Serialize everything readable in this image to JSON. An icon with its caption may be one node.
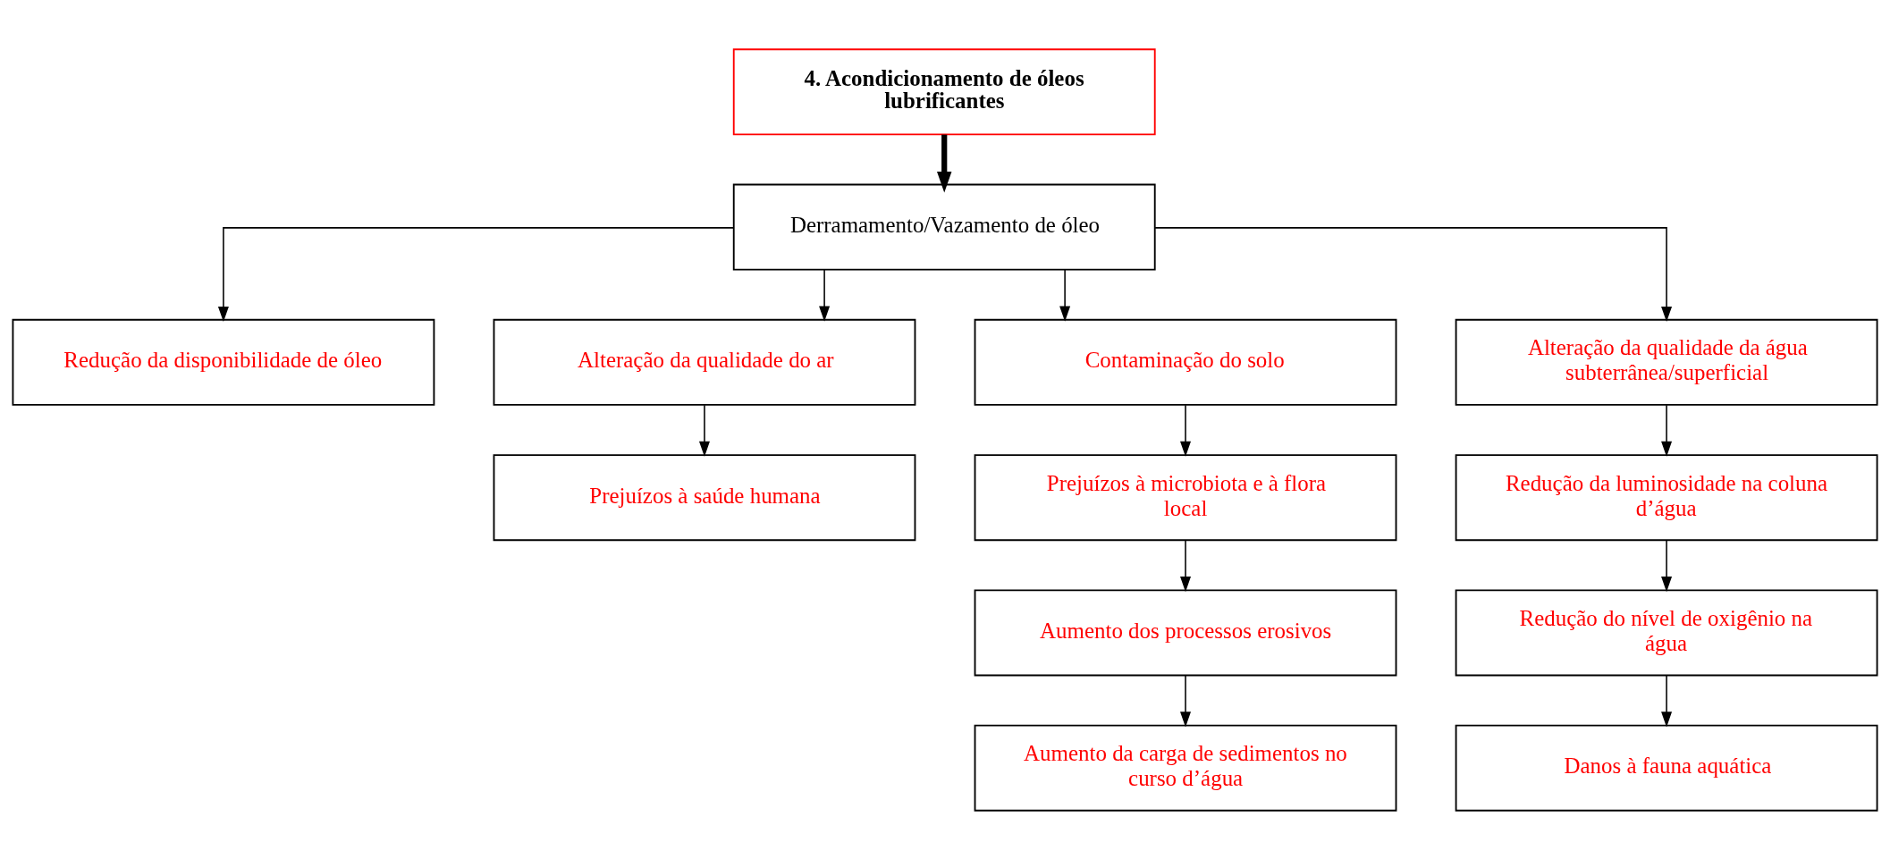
{
  "diagram": {
    "nodes": [
      {
        "text": [
          "4. Acondicionamento de óleos lubrificantes"
        ]
      },
      {
        "text": [
          "Derramamento/Vazamento de óleo"
        ]
      },
      {
        "text": [
          "Redução da disponibilidade de óleo"
        ]
      },
      {
        "text": [
          "Alteração da qualidade do ar"
        ]
      },
      {
        "text": [
          "Contaminação do solo"
        ]
      },
      {
        "text": [
          "Alteração da qualidade da água subterrânea/superficial"
        ]
      },
      {
        "text": [
          "Prejuízos à saúde humana"
        ]
      },
      {
        "text": [
          "Prejuízos à microbiota e à flora local"
        ]
      },
      {
        "text": [
          "Aumento dos processos erosivos"
        ]
      },
      {
        "text": [
          "Aumento da carga de sedimentos no curso d’água"
        ]
      },
      {
        "text": [
          "Redução da luminosidade na coluna d’água"
        ]
      },
      {
        "text": [
          "Redução do nível de oxigênio na água"
        ]
      },
      {
        "text": [
          "Danos à fauna aquática"
        ]
      }
    ],
    "edges": [
      {
        "from": 0,
        "to": 1,
        "arrow": "to",
        "style": "thick"
      },
      {
        "from": 1,
        "to": 2,
        "arrow": "to"
      },
      {
        "from": 1,
        "to": 3,
        "arrow": "to"
      },
      {
        "from": 1,
        "to": 4,
        "arrow": "to"
      },
      {
        "from": 1,
        "to": 5,
        "arrow": "to"
      },
      {
        "from": 3,
        "to": 6,
        "arrow": "to"
      },
      {
        "from": 4,
        "to": 7,
        "arrow": "to"
      },
      {
        "from": 7,
        "to": 8,
        "arrow": "to"
      },
      {
        "from": 8,
        "to": 9,
        "arrow": "to"
      },
      {
        "from": 5,
        "to": 10,
        "arrow": "to"
      },
      {
        "from": 10,
        "to": 11,
        "arrow": "to"
      },
      {
        "from": 11,
        "to": 12,
        "arrow": "to"
      }
    ]
  }
}
